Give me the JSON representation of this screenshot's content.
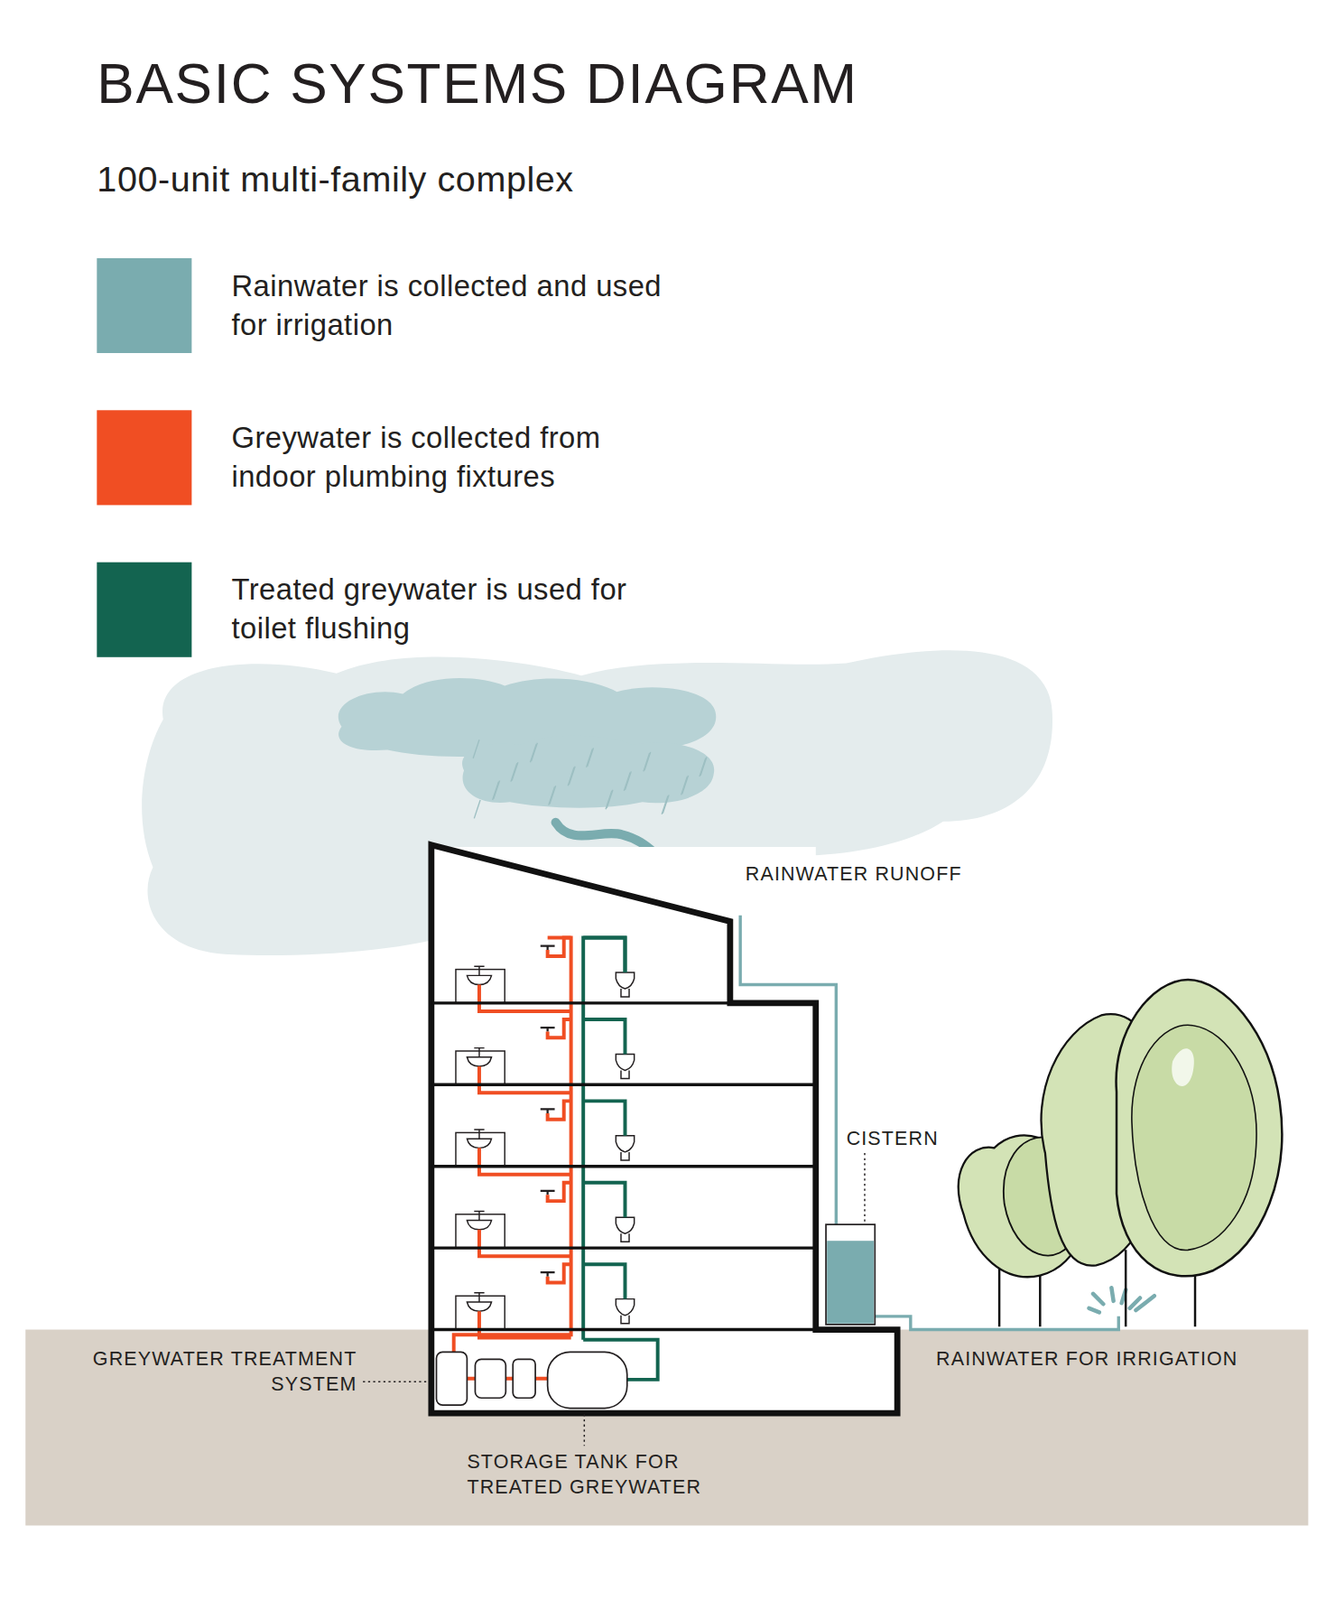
{
  "diagram": {
    "title": "BASIC SYSTEMS DIAGRAM",
    "labels": [
      "100-unit multi-family complex",
      "RAINWATER RUNOFF",
      "CISTERN",
      "GREYWATER TREATMENT SYSTEM",
      "STORAGE TANK FOR TREATED GREYWATER",
      "RAINWATER FOR IRRIGATION"
    ],
    "legend": [
      {
        "text": "Rainwater is collected and used for irrigation",
        "color": "#7aacaf"
      },
      {
        "text": "Greywater is collected from indoor plumbing fixtures",
        "color": "#f04e23"
      },
      {
        "text": "Treated greywater is used for toilet flushing",
        "color": "#136450"
      }
    ]
  }
}
